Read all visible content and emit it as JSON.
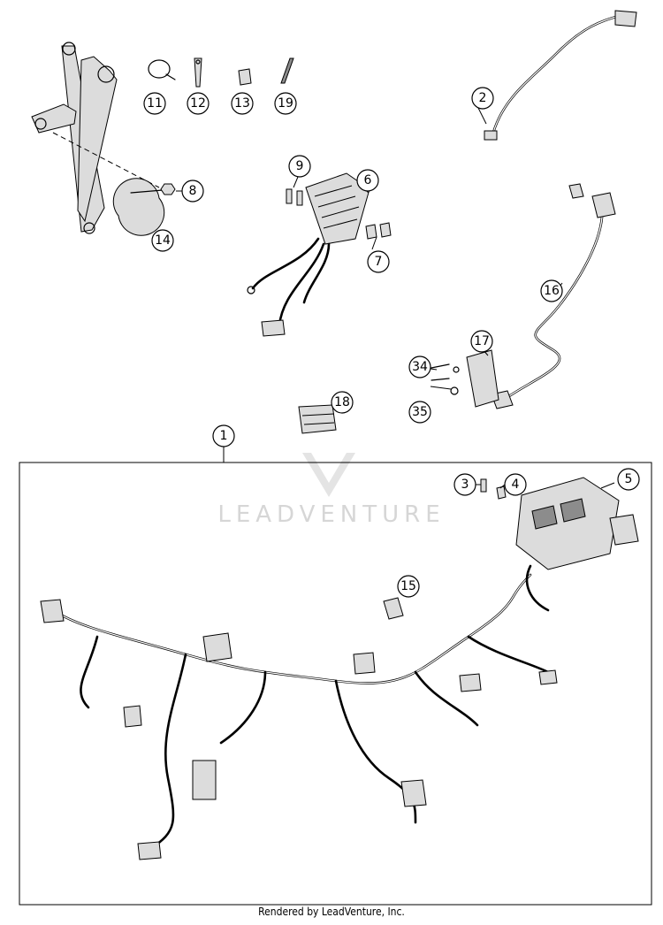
{
  "callouts": {
    "c1": "1",
    "c2": "2",
    "c3": "3",
    "c4": "4",
    "c5": "5",
    "c6": "6",
    "c7": "7",
    "c8": "8",
    "c9": "9",
    "c11": "11",
    "c12": "12",
    "c13": "13",
    "c14": "14",
    "c15": "15",
    "c16": "16",
    "c17": "17",
    "c18": "18",
    "c19": "19",
    "c34": "34",
    "c35": "35"
  },
  "watermark": "LEADVENTURE",
  "footer": "Rendered by LeadVenture, Inc."
}
